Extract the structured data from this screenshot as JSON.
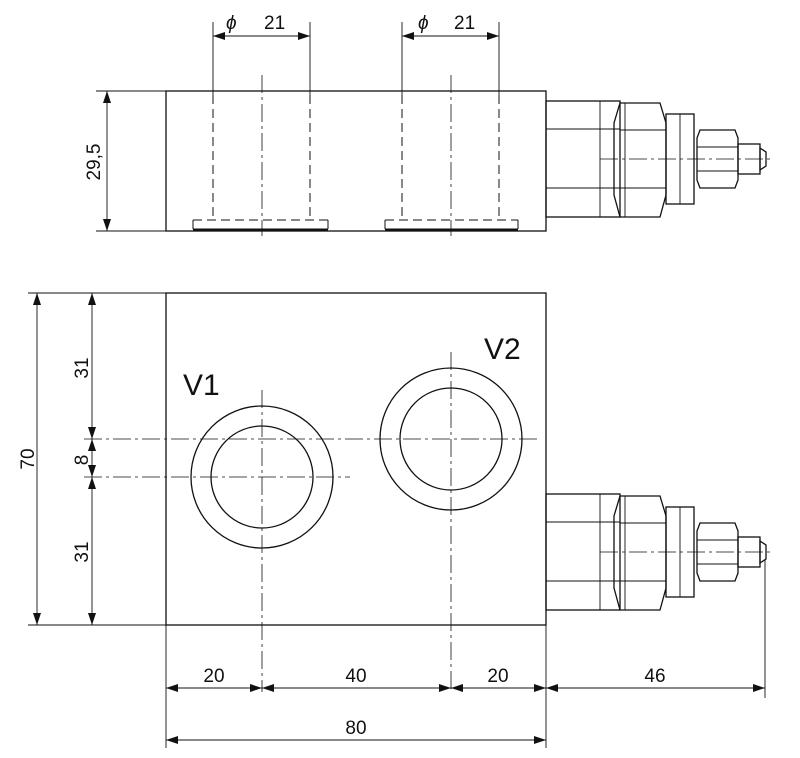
{
  "top_view": {
    "port_dim_left": "21",
    "port_dim_right": "21",
    "diameter_symbol": "ϕ",
    "height_dim": "29,5"
  },
  "front_view": {
    "port_label_left": "V1",
    "port_label_right": "V2",
    "overall_height_dim": "70",
    "upper_dim": "31",
    "middle_dim": "8",
    "lower_dim": "31",
    "bottom_dims": [
      "20",
      "40",
      "20",
      "46"
    ],
    "total_width_dim": "80"
  }
}
